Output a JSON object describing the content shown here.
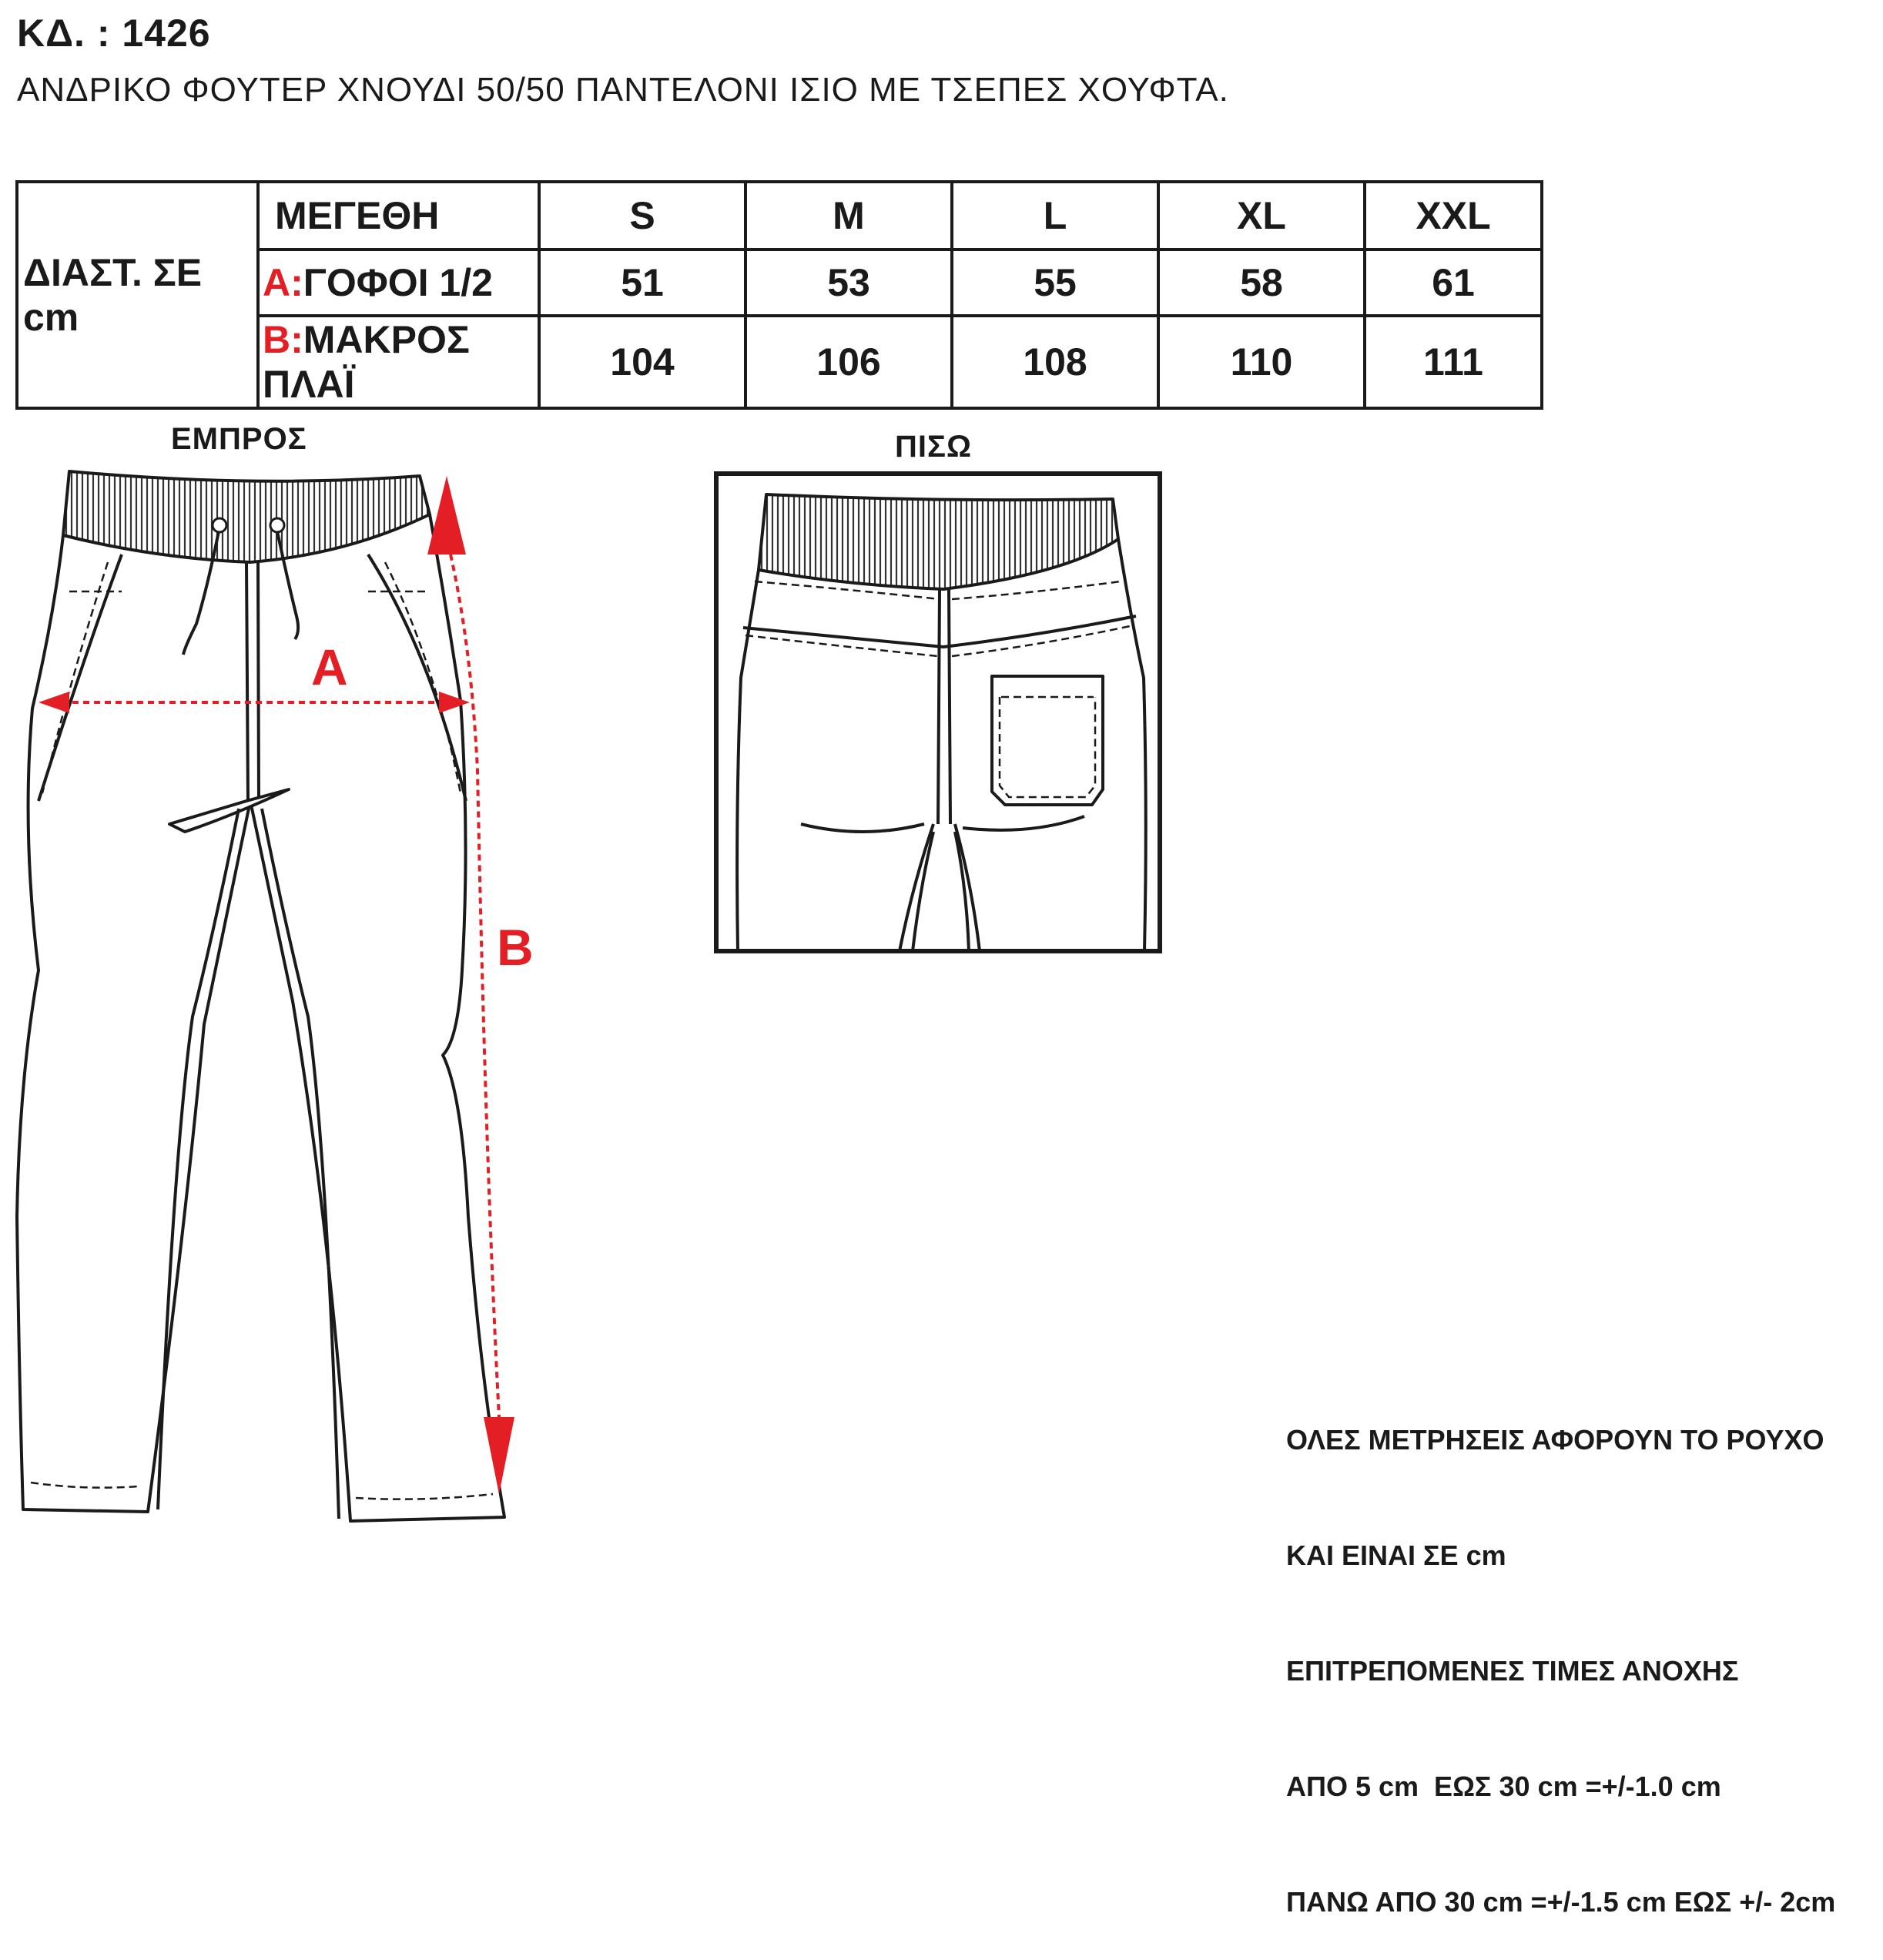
{
  "header": {
    "code": "ΚΔ. : 1426",
    "description": "ΑΝΔΡΙΚΟ ΦΟΥΤΕΡ ΧΝΟΥΔΙ 50/50 ΠΑΝΤΕΛΟΝΙ ΙΣΙΟ ΜΕ ΤΣΕΠΕΣ ΧΟΥΦΤΑ."
  },
  "size_table": {
    "dimension_header": "ΔΙΑΣΤ. ΣΕ cm",
    "sizes_title": "ΜΕΓΕΘΗ",
    "sizes": [
      "S",
      "M",
      "L",
      "XL",
      "XXL"
    ],
    "rows": [
      {
        "key": "A:",
        "label": "ΓΟΦΟΙ 1/2",
        "values": [
          "51",
          "53",
          "55",
          "58",
          "61"
        ]
      },
      {
        "key": "B:",
        "label": "ΜΑΚΡΟΣ ΠΛΑΪ",
        "values": [
          "104",
          "106",
          "108",
          "110",
          "111"
        ]
      }
    ]
  },
  "views": {
    "front_label": "ΕΜΠΡΟΣ",
    "back_label": "ΠΙΣΩ",
    "marker_a": "A",
    "marker_b": "B"
  },
  "notes": [
    "ΟΛΕΣ ΜΕΤΡΗΣΕΙΣ ΑΦΟΡΟΥΝ ΤΟ ΡΟΥΧΟ",
    "ΚΑΙ ΕΙΝΑΙ ΣΕ cm",
    "ΕΠΙΤΡΕΠΟΜΕΝΕΣ ΤΙΜΕΣ ΑΝΟΧΗΣ",
    "ΑΠΟ 5 cm  ΕΩΣ 30 cm =+/-1.0 cm",
    "ΠΑΝΩ ΑΠΟ 30 cm =+/-1.5 cm ΕΩΣ +/- 2cm"
  ],
  "colors": {
    "accent": "#e31e24",
    "ink": "#1a1a1a"
  }
}
